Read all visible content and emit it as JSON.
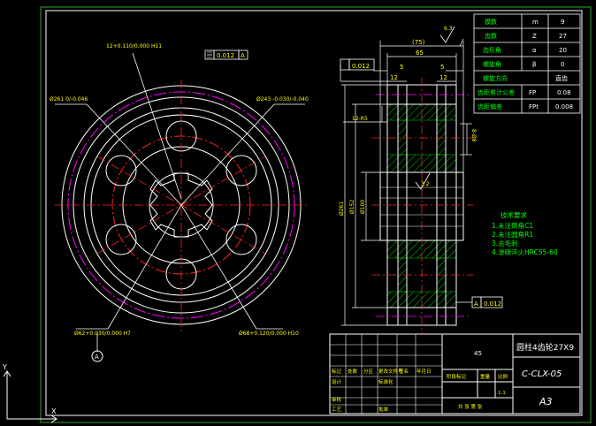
{
  "params_table": {
    "rows": [
      {
        "name": "模数",
        "sym": "m",
        "val": "9"
      },
      {
        "name": "齿数",
        "sym": "Z",
        "val": "27"
      },
      {
        "name": "齿形角",
        "sym": "α",
        "val": "20"
      },
      {
        "name": "螺旋角",
        "sym": "β",
        "val": "0"
      },
      {
        "name": "螺旋方向",
        "sym": "",
        "val": "直齿"
      },
      {
        "name": "齿距累计公差",
        "sym": "FP",
        "val": "0.08"
      },
      {
        "name": "齿距偏差",
        "sym": "FPt",
        "val": "0.008"
      }
    ]
  },
  "front_view": {
    "dim_top_left": "12+0.110/0.000 H11",
    "tolerance_frame": {
      "value": "0.012",
      "datum": "A"
    },
    "dim_left": "Ø261 0/-0.046",
    "dim_right": "Ø243 -0.030/-0.040",
    "dim_bottom_left": "Ø62+0.030/0.000 H7",
    "dim_bottom_right": "Ø68+0.120/0.000 H10",
    "datum_label": "A"
  },
  "side_view": {
    "dim_75": "(75)",
    "dim_65": "65",
    "dim_5a": "5",
    "dim_5b": "5",
    "dim_12a": "12",
    "dim_12b": "12",
    "roughness": "6.3",
    "roughness_2": "3.2",
    "dim_r5": "12-R5",
    "dim_8": "8-Ø8",
    "dim_d1": "Ø261",
    "dim_d2": "Ø152",
    "dim_d3": "Ø100",
    "tol_top": "0.012",
    "tol_bottom": "0.012",
    "datum": "A"
  },
  "tech_req": {
    "title": "技术要求",
    "lines": [
      "1.未注倒角C1",
      "2.未注圆角R1",
      "3.去毛刺",
      "4.渗碳淬火HRC55-60"
    ]
  },
  "title_block": {
    "part_name": "圆柱4齿轮27X9",
    "drawing_no": "C-CLX-05",
    "scale_qty": "45",
    "sheet_size": "A3",
    "labels": {
      "mark": "标记",
      "count": "处数",
      "zone": "分区",
      "doc": "更改文件号",
      "sign": "签名",
      "date": "年月日",
      "design": "设计",
      "std": "标准化",
      "stage": "阶段标记",
      "weight": "重量",
      "ratio": "比例",
      "review": "审核",
      "process": "工艺",
      "approve": "批准",
      "sheets": "共 张 第 张",
      "scale_val": "1:1"
    }
  },
  "colors": {
    "frame": "#ffffff",
    "yellow": "#ffff00",
    "green": "#00cc00",
    "red": "#ff2020",
    "magenta": "#ff00ff",
    "cyan": "#00ffff",
    "lightcyan": "#80ffff"
  }
}
